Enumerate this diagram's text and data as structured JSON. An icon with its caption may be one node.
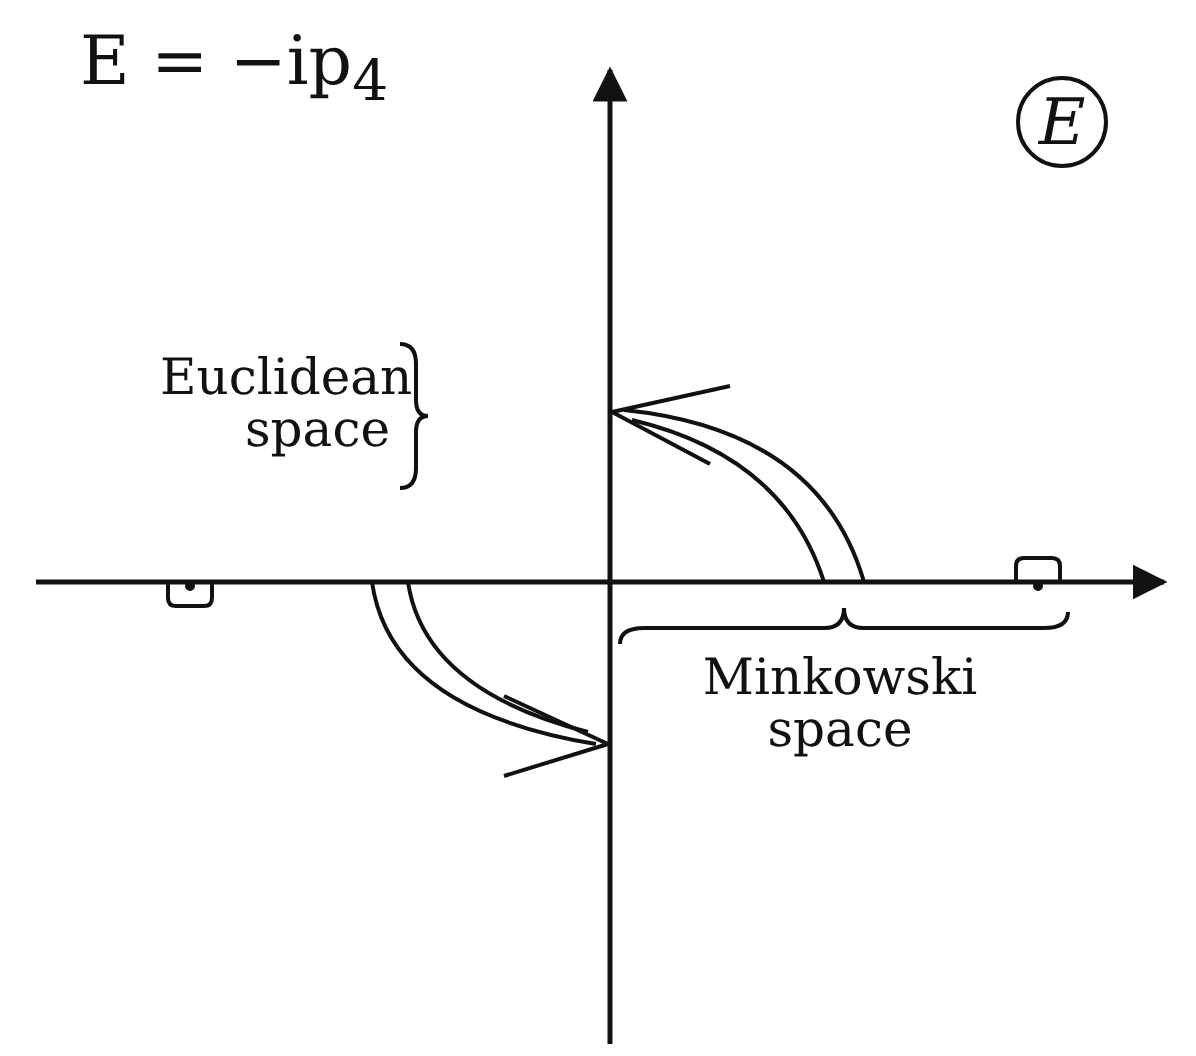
{
  "diagram": {
    "nodes": [
      {
        "text": [
          "E"
        ]
      }
    ],
    "labels": [
      "E = −ip$_{4}$",
      "Euclidean space",
      "Minkowski space"
    ]
  }
}
